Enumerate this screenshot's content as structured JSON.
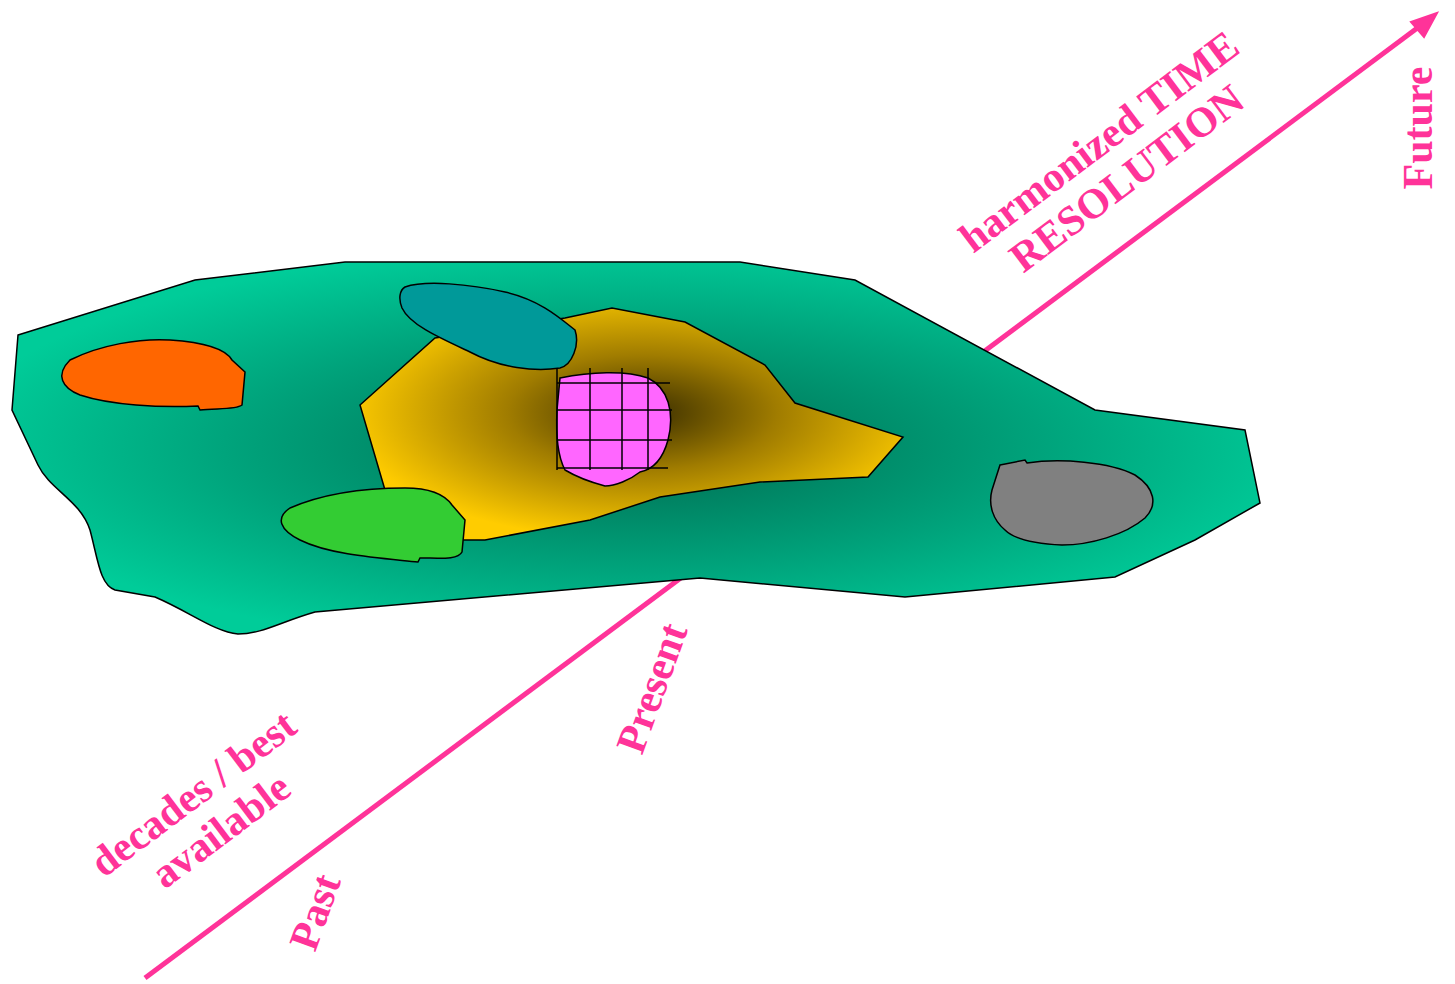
{
  "diagram": {
    "labels": [
      "harmonized TIME RESOLUTION",
      "Future",
      "Present",
      "decades / best available",
      "Past"
    ]
  }
}
